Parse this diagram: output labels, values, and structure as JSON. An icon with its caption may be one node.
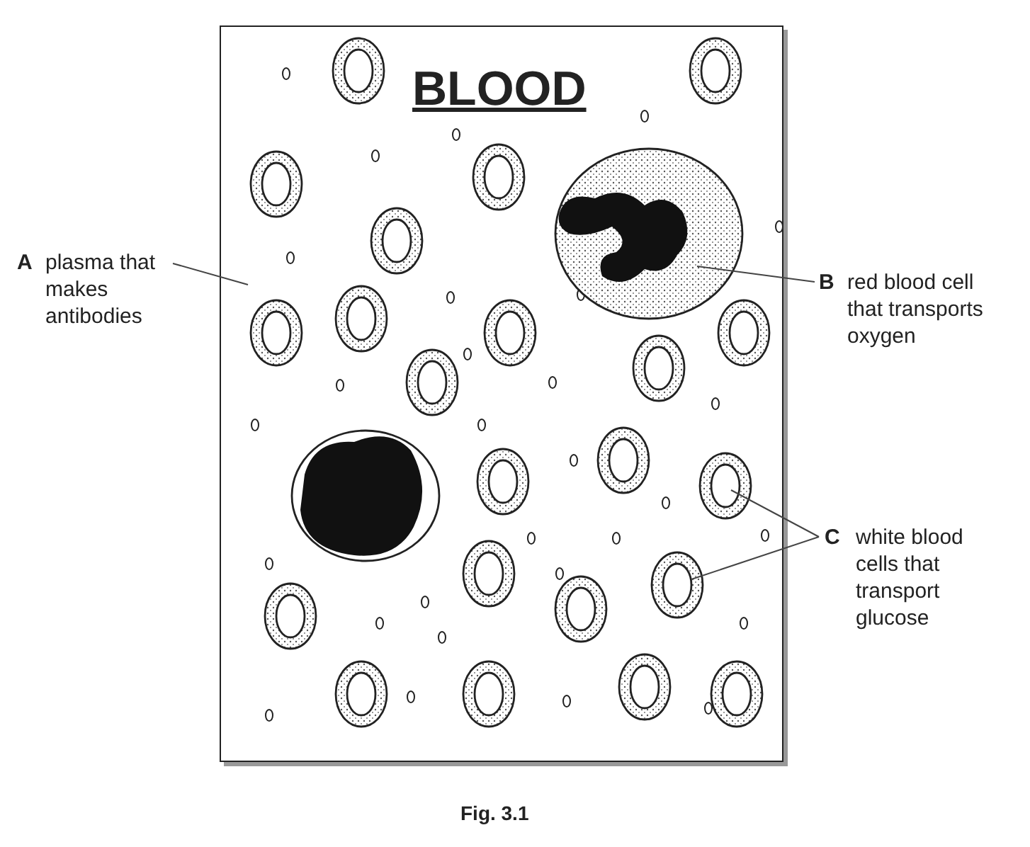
{
  "diagram": {
    "caption": "Fig. 3.1",
    "nodes": [
      {
        "text": [
          "BLOOD"
        ]
      },
      {
        "text": [
          "A",
          "plasma that makes antibodies"
        ]
      },
      {
        "text": [
          "B",
          "red blood cell that transports oxygen"
        ]
      },
      {
        "text": [
          "C",
          "white blood cells that transport glucose"
        ]
      },
      {
        "text": [],
        "shape": "picture",
        "in": 0
      },
      {
        "text": [],
        "shape": "picture",
        "in": 0
      },
      {
        "text": [],
        "shape": "picture",
        "in": 0
      }
    ],
    "edges": [
      {
        "from": 1,
        "to": 0,
        "arrow": "none"
      },
      {
        "from": 2,
        "to": 4,
        "arrow": "none"
      },
      {
        "from": 3,
        "to": 5,
        "arrow": "none"
      },
      {
        "from": 3,
        "to": 6,
        "arrow": "none"
      }
    ]
  }
}
